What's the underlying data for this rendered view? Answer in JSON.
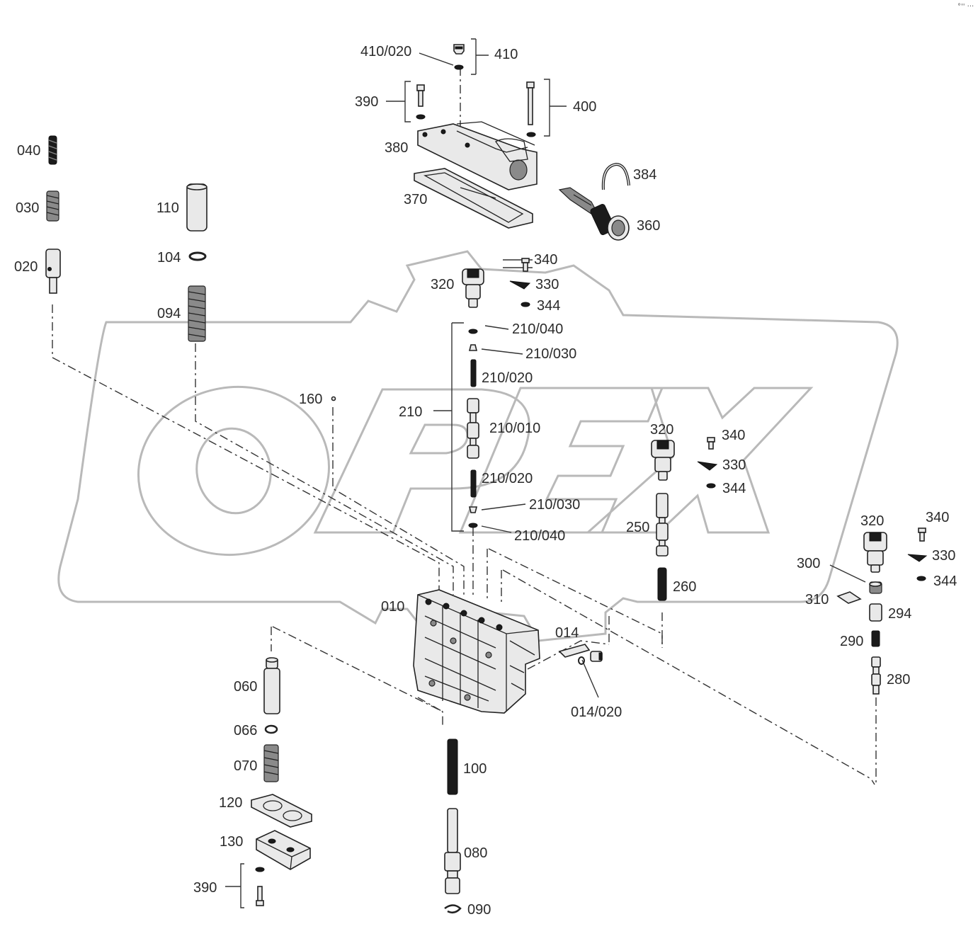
{
  "watermark": "OPEX",
  "corner_mark": "°'' ···",
  "labels": {
    "l410_020": "410/020",
    "l410": "410",
    "l390_top": "390",
    "l400": "400",
    "l380": "380",
    "l384": "384",
    "l370": "370",
    "l360": "360",
    "l040": "040",
    "l030": "030",
    "l020": "020",
    "l110": "110",
    "l104": "104",
    "l094": "094",
    "l320_a": "320",
    "l340_a": "340",
    "l330_a": "330",
    "l344_a": "344",
    "l210_040_a": "210/040",
    "l210_030_a": "210/030",
    "l210_020_a": "210/020",
    "l210": "210",
    "l210_010": "210/010",
    "l210_020_b": "210/020",
    "l210_030_b": "210/030",
    "l210_040_b": "210/040",
    "l160": "160",
    "l320_b": "320",
    "l340_b": "340",
    "l330_b": "330",
    "l344_b": "344",
    "l250": "250",
    "l260": "260",
    "l320_c": "320",
    "l340_c": "340",
    "l330_c": "330",
    "l344_c": "344",
    "l300": "300",
    "l310": "310",
    "l294": "294",
    "l290": "290",
    "l280": "280",
    "l010": "010",
    "l014": "014",
    "l014_020": "014/020",
    "l060": "060",
    "l066": "066",
    "l070": "070",
    "l100": "100",
    "l120": "120",
    "l130": "130",
    "l080": "080",
    "l390_bottom": "390",
    "l090": "090"
  }
}
